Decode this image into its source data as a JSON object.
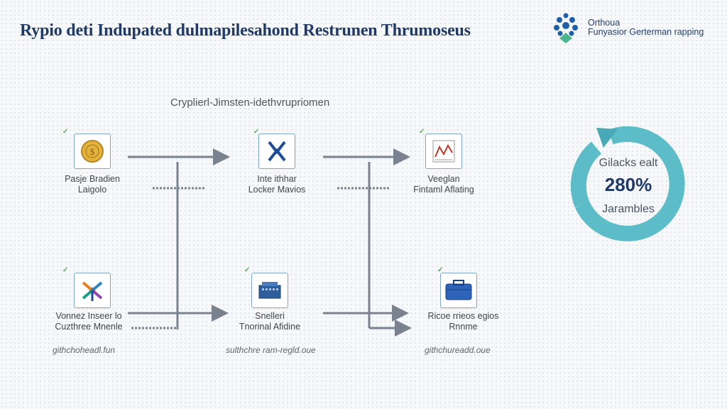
{
  "header": {
    "title": "Rypio deti Indupated dulmapilesahond Restrunen Thrumoseus",
    "logo_line1": "Orthoua",
    "logo_line2": "Funyasior Gerterman rapping"
  },
  "diagram": {
    "subtitle": "Cryplierl-Jimsten-idethvrupriomen",
    "nodes": [
      {
        "line1": "Pasje Bradien",
        "line2": "Laigolo",
        "icon": "gold-coin-icon"
      },
      {
        "line1": "Inte ithhar",
        "line2": "Locker Mavios",
        "icon": "blue-x-icon"
      },
      {
        "line1": "Veeglan",
        "line2": "Fintaml Aflating",
        "icon": "document-chart-icon"
      },
      {
        "line1": "Vonnez Inseer lo",
        "line2": "Cuzthree Mnenle",
        "icon": "colorful-network-icon"
      },
      {
        "line1": "Snelleri",
        "line2": "Tnorinal Afidine",
        "icon": "server-box-icon"
      },
      {
        "line1": "Ricoe rrieos egios",
        "line2": "Rnnme",
        "icon": "blue-case-icon"
      }
    ],
    "footnotes": [
      "githchoheadl.fun",
      "sulthchre ram-regld.oue",
      "githchureadd.oue"
    ]
  },
  "ring": {
    "top_label": "Gilacks ealt",
    "value": "280%",
    "bottom_label": "Jarambles",
    "color": "#5cbdc9"
  }
}
